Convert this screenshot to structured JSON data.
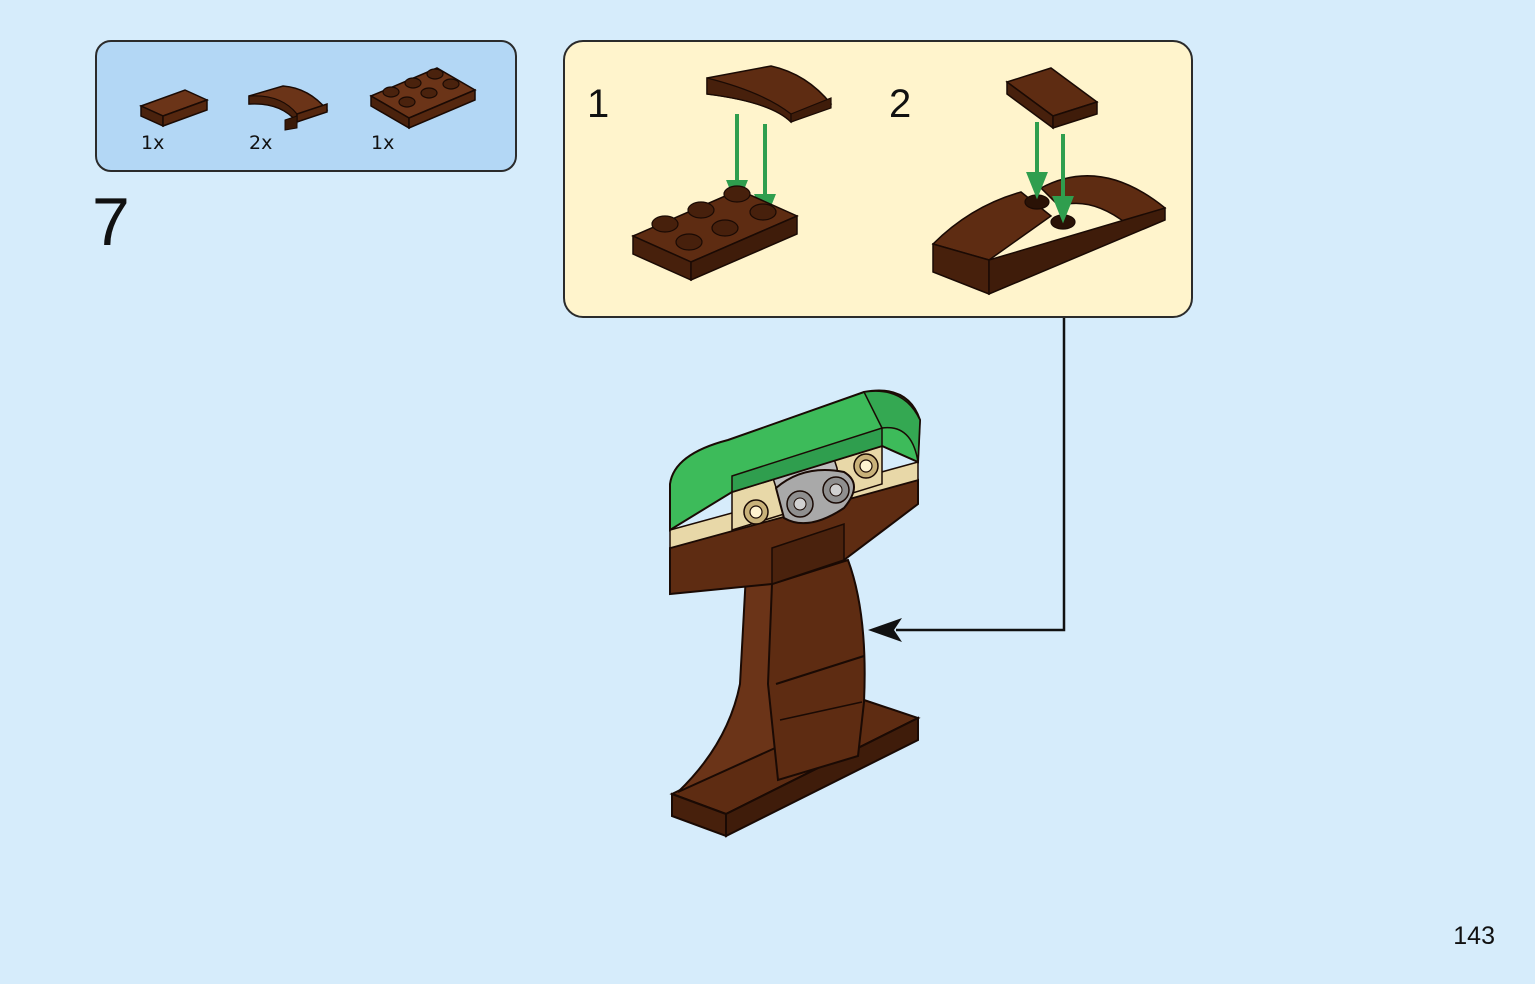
{
  "parts_list": {
    "items": [
      {
        "name": "brown-plate-1x2",
        "qty": "1x"
      },
      {
        "name": "brown-curved-slope",
        "qty": "2x"
      },
      {
        "name": "brown-plate-2x3",
        "qty": "1x"
      }
    ]
  },
  "step": {
    "number": "7"
  },
  "substeps": [
    {
      "number": "1"
    },
    {
      "number": "2"
    }
  ],
  "page": {
    "number": "143"
  },
  "colors": {
    "background": "#d6ecfb",
    "parts_box": "#b3d7f5",
    "substep_box": "#fff4cc",
    "brick_brown": "#5e2c12",
    "brick_green": "#3dbb5a",
    "arrow_green": "#2f9e4e",
    "tan": "#e8d8a8",
    "gray": "#a9a9a9"
  },
  "icons": [
    "down-arrow-icon",
    "callout-arrow-icon"
  ]
}
